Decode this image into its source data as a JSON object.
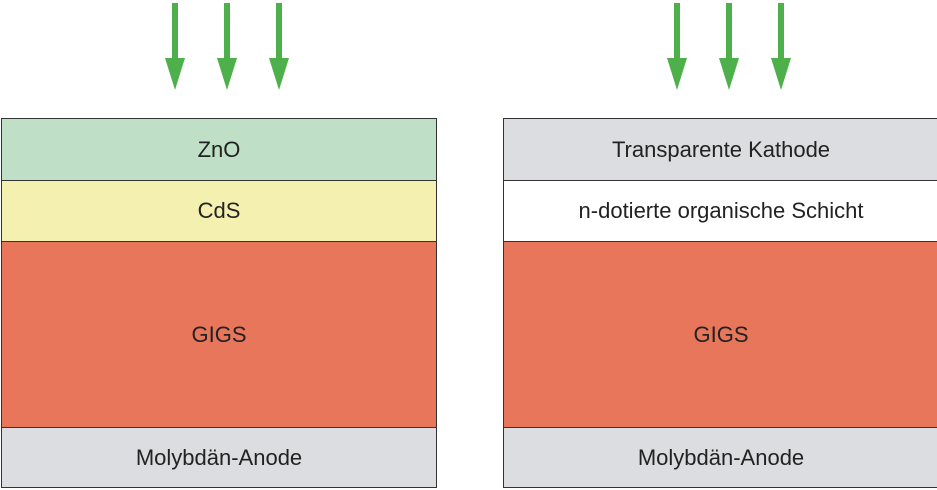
{
  "colors": {
    "arrow": "#4db04a",
    "zno": "#bfe0c6",
    "cds": "#f3f0b0",
    "gigs": "#e8765b",
    "electrode": "#dcdde1",
    "white": "#ffffff"
  },
  "left_stack": {
    "layers": [
      {
        "label": "ZnO",
        "color": "#bfe0c6"
      },
      {
        "label": "CdS",
        "color": "#f3f0b0"
      },
      {
        "label": "GIGS",
        "color": "#e8765b"
      },
      {
        "label": "Molybdän-Anode",
        "color": "#dcdde1"
      }
    ]
  },
  "right_stack": {
    "layers": [
      {
        "label": "Transparente Kathode",
        "color": "#dcdde1"
      },
      {
        "label": "n-dotierte organische Schicht",
        "color": "#ffffff"
      },
      {
        "label": "GIGS",
        "color": "#e8765b"
      },
      {
        "label": "Molybdän-Anode",
        "color": "#dcdde1"
      }
    ]
  }
}
